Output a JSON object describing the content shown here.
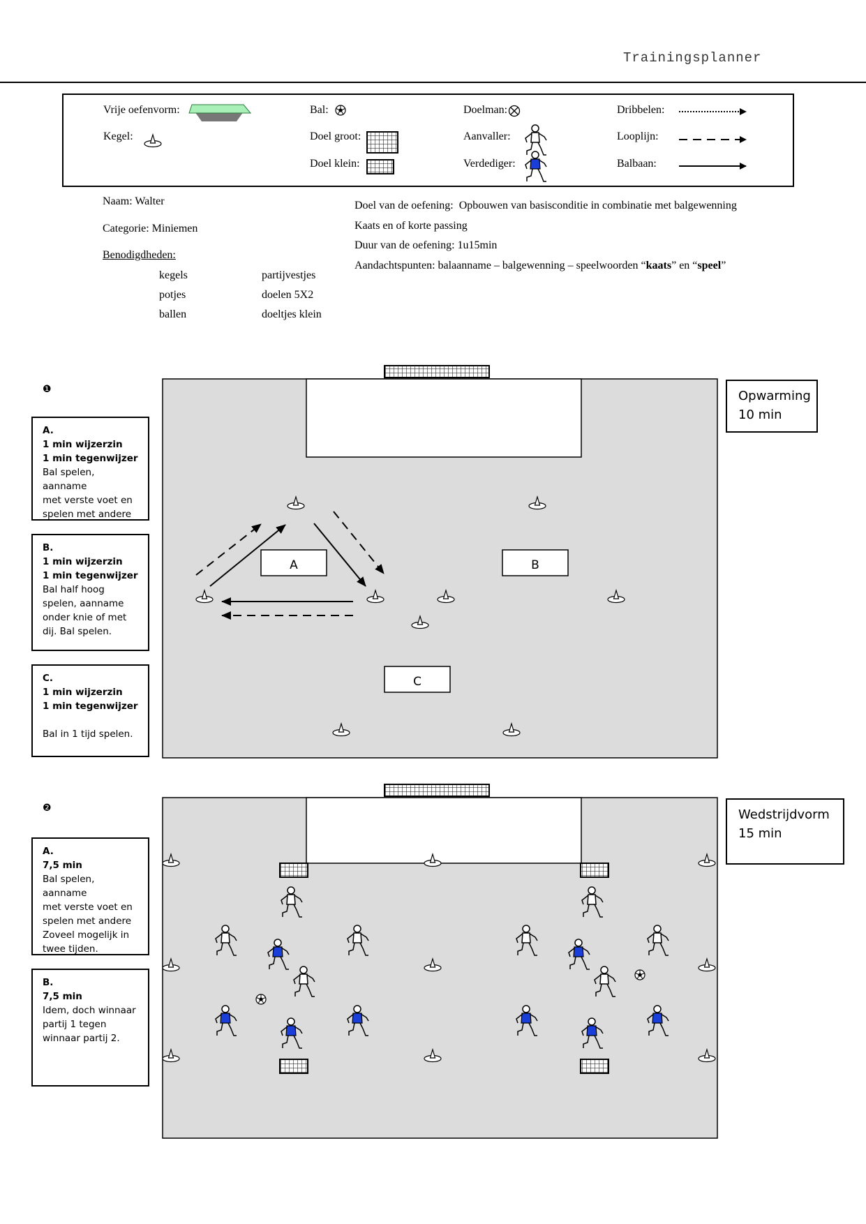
{
  "header": {
    "title": "Trainingsplanner"
  },
  "legend": {
    "vrije_oefenvorm": "Vrije oefenvorm:",
    "kegel": "Kegel:",
    "bal": "Bal:",
    "doel_groot": "Doel groot:",
    "doel_klein": "Doel klein:",
    "doelman": "Doelman:",
    "aanvaller": "Aanvaller:",
    "verdediger": "Verdediger:",
    "dribbelen": "Dribbelen:",
    "looplijn": "Looplijn:",
    "balbaan": "Balbaan:"
  },
  "info": {
    "naam": "Naam: Walter",
    "categorie": "Categorie: Miniemen",
    "benodigdheden": "Benodigdheden:",
    "materials": [
      "kegels",
      "partijvestjes",
      "potjes",
      "doelen 5X2",
      "ballen",
      "doeltjes klein"
    ],
    "doel_prefix": "Doel van de oefening:",
    "doel_text": "Opbouwen van basisconditie in combinatie met balgewenning",
    "kaats": "Kaats en of korte passing",
    "duur": "Duur van de oefening: 1u15min",
    "aandacht_prefix": "Aandachtspunten: balaanname – balgewenning – speelwoorden “",
    "word1": "kaats",
    "aandacht_mid": "” en “",
    "word2": "speel",
    "aandacht_end": "”"
  },
  "exercise1": {
    "number": "❶",
    "title_line1": "Opwarming",
    "title_line2": "10 min",
    "zones": [
      "A",
      "B",
      "C"
    ],
    "notes": [
      {
        "label": "A.",
        "line1": "1 min wijzerzin",
        "line2": "1 min tegenwijzer",
        "text": [
          "Bal spelen, aanname",
          "met verste voet en",
          "spelen met andere"
        ]
      },
      {
        "label": "B.",
        "line1": "1 min wijzerzin",
        "line2": "1 min tegenwijzer",
        "text": [
          "Bal half hoog",
          "spelen, aanname",
          "onder knie of met",
          "dij. Bal spelen."
        ]
      },
      {
        "label": "C.",
        "line1": "1 min wijzerzin",
        "line2": "1 min tegenwijzer",
        "text": [
          "Bal in 1 tijd spelen."
        ]
      }
    ]
  },
  "exercise2": {
    "number": "❷",
    "title_line1": "Wedstrijdvorm",
    "title_line2": "15 min",
    "notes": [
      {
        "label": "A.",
        "line1": "7,5 min",
        "text": [
          "Bal spelen, aanname",
          "met verste voet en",
          "spelen met andere",
          "Zoveel mogelijk in",
          "twee tijden."
        ]
      },
      {
        "label": "B.",
        "line1": "7,5 min",
        "text": [
          "Idem,  doch winnaar",
          "partij 1 tegen",
          "winnaar partij 2."
        ]
      }
    ]
  }
}
